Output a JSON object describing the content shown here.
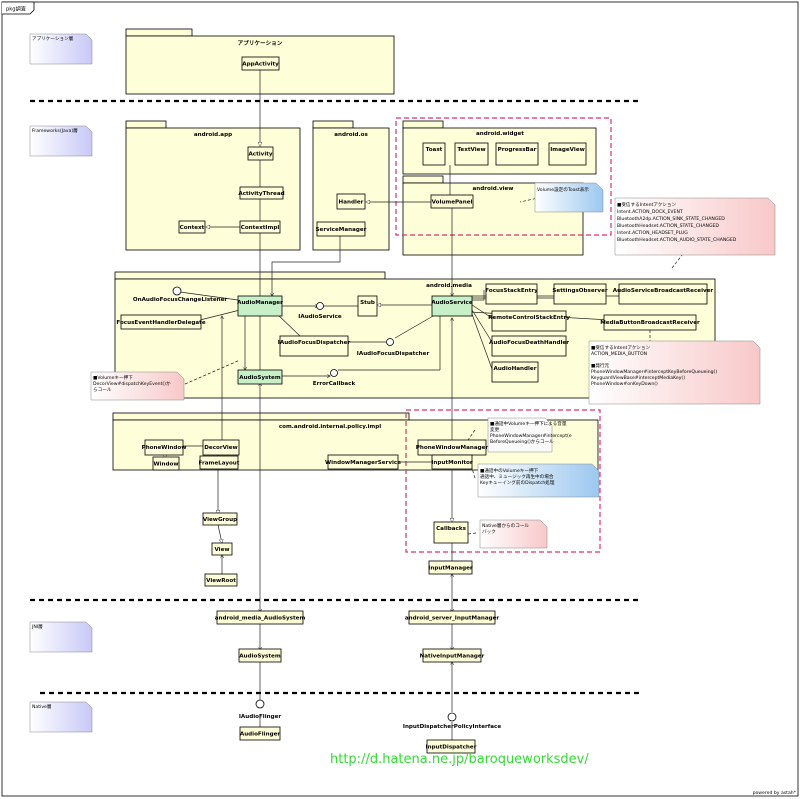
{
  "frame_title": "pkg調査",
  "layers": {
    "app": "アプリケーション層",
    "framework": "Frameworks(Java)層",
    "jni": "JNI層",
    "native": "Native層"
  },
  "packages": {
    "application": "アプリケーション",
    "android_app": "android.app",
    "android_os": "android.os",
    "android_widget": "android.widget",
    "android_view": "android.view",
    "android_media": "android.media",
    "policy_impl": "com.android.internal.policy.impl"
  },
  "classes": {
    "AppActivity": "AppActivity",
    "Activity": "Activity",
    "ActivityThread": "ActivityThread",
    "Context": "Context",
    "ContextImpl": "ContextImpl",
    "Handler": "Handler",
    "ServiceManager": "ServiceManager",
    "Toast": "Toast",
    "TextView": "TextView",
    "ProgressBar": "ProgressBar",
    "ImageView": "ImageView",
    "VolumePanel": "VolumePanel",
    "AudioManager": "AudioManager",
    "FocusEventHandlerDelegate": "FocusEventHandlerDelegate",
    "Stub": "Stub",
    "AudioService": "AudioService",
    "FocusStackEntry": "FocusStackEntry",
    "SettingsObserver": "SettingsObserver",
    "AudioServiceBroadcastReceiver": "AudioServiceBroadcastReceiver",
    "RemoteControlStackEntry": "RemoteControlStackEntry",
    "MediaButtonBroadcastReceiver": "MediaButtonBroadcastReceiver",
    "IAudioFocusDispatcher": "IAudioFocusDispatcher",
    "AudioFocusDeathHandler": "AudioFocusDeathHandler",
    "AudioHandler": "AudioHandler",
    "AudioSystem": "AudioSystem",
    "PhoneWindow": "PhoneWindow",
    "DecorView": "DecorView",
    "Window": "Window",
    "FrameLayout": "FrameLayout",
    "ViewGroup": "ViewGroup",
    "View": "View",
    "ViewRoot": "ViewRoot",
    "PhoneWindowManager": "PhoneWindowManager",
    "WindowManagerService": "WindowManagerService",
    "InputMonitor": "InputMonitor",
    "Callbacks": "Callbacks",
    "InputManager": "InputManager",
    "android_media_AudioSystem": "android_media_AudioSystem",
    "AudioSystemJni": "AudioSystem",
    "AudioFlinger": "AudioFlinger",
    "android_server_InputManager": "android_server_InputManager",
    "NativeInputManager": "NativeInputManager",
    "InputDispatcher": "InputDispatcher"
  },
  "interfaces": {
    "OnAudioFocusChangeListener": "OnAudioFocusChangeListener",
    "IAudioService": "IAudioService",
    "IAudioFocusDispatcher": "IAudioFocusDispatcher",
    "ErrorCallback": "ErrorCallback",
    "IAudioFlinger": "IAudioFlinger",
    "InputDispatcherPolicyInterface": "InputDispatcherPolicyInterface"
  },
  "notes": {
    "volume_toast": "Volume設定のToast表示",
    "intent_actions": [
      "■受信するIntentアクション",
      "Intent.ACTION_DOCK_EVENT",
      "BluetoothA2dp.ACTION_SINK_STATE_CHANGED",
      "BluetoothHeadset.ACTION_STATE_CHANGED",
      "Intent.ACTION_HEADSET_PLUG",
      "BluetoothHeadset.ACTION_AUDIO_STATE_CHANGED"
    ],
    "media_button": [
      "■受信するIntentアクション",
      "ACTION_MEDIA_BUTTON",
      "",
      "■発行元",
      "PhoneWindowManager#interceptKeyBeforeQueueing()",
      "KeyguardViewBase#interceptMediaKey()",
      "PhoneWindow#onKeyDown()"
    ],
    "volume_key": [
      "■Volumeキー押下",
      "DecorView#dispatchKeyEvent()か",
      "らコール"
    ],
    "call_volume": [
      "■通話中Volumeキー押下による音量",
      "変更",
      "PhoneWindowManager#intercept(e",
      "BeforeQueueing()からコール"
    ],
    "call_music": [
      "■通話中のVolumeキー押下",
      "通話中、ミュージック再生中の場合",
      "Keyキューイング前のDispatch処理"
    ],
    "native_callback": [
      "Native層からのコール",
      "バック"
    ]
  },
  "url": "http://d.hatena.ne.jp/baroqueworksdev/",
  "watermark": "powered by astah*"
}
